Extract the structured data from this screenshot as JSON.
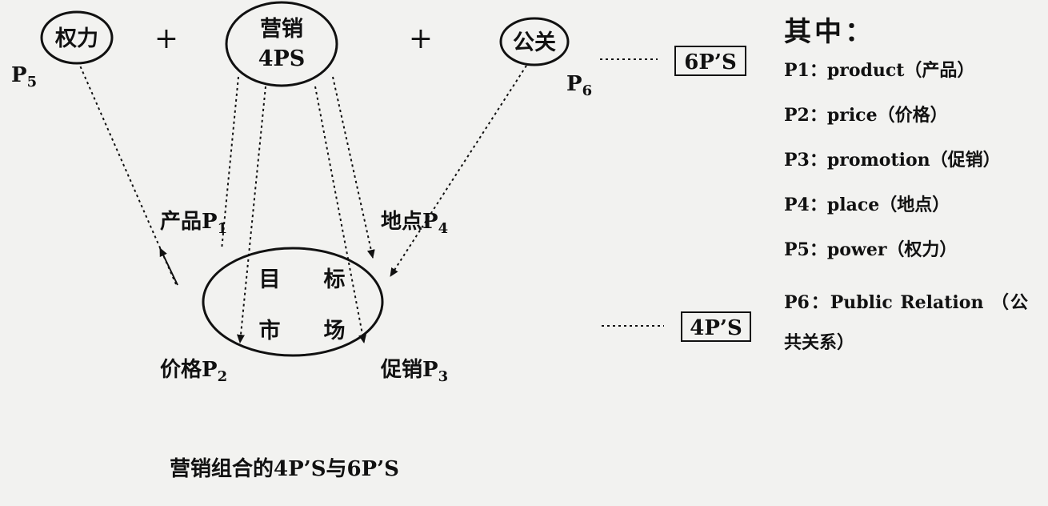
{
  "nodes": {
    "power": "权力",
    "marketing_line1": "营销",
    "marketing_line2": "4PS",
    "pr": "公关",
    "target_tl": "目",
    "target_tr": "标",
    "target_bl": "市",
    "target_br": "场"
  },
  "labels": {
    "p5_letter": "P",
    "p5_sub": "5",
    "p6_letter": "P",
    "p6_sub": "6",
    "product": "产品P",
    "product_sub": "1",
    "place": "地点P",
    "place_sub": "4",
    "price": "价格P",
    "price_sub": "2",
    "promotion": "促销P",
    "promotion_sub": "3",
    "plus": "+"
  },
  "boxes": {
    "six": "6P’S",
    "four": "4P’S"
  },
  "legend": {
    "title": "其中：",
    "items": [
      "P1：product（产品）",
      "P2：price（价格）",
      "P3：promotion（促销）",
      "P4：place（地点）",
      "P5：power（权力）",
      "P6：Public Relation （公共关系）"
    ]
  },
  "caption": "营销组合的4P’S与6P’S"
}
